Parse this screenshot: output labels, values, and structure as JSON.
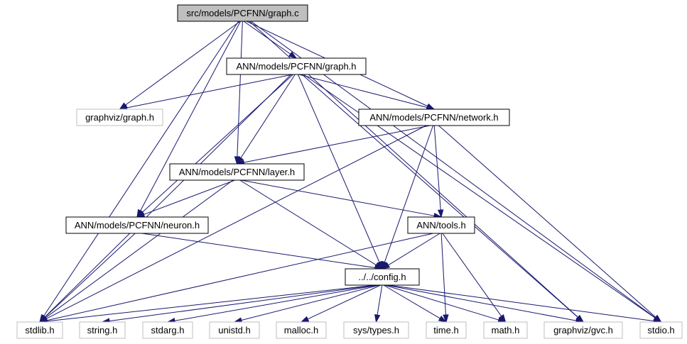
{
  "diagram": {
    "nodes": [
      {
        "id": "graph_c",
        "label": "src/models/PCFNN/graph.c",
        "style": "root"
      },
      {
        "id": "graph_h",
        "label": "ANN/models/PCFNN/graph.h",
        "style": "file"
      },
      {
        "id": "gv_graph",
        "label": "graphviz/graph.h",
        "style": "missing"
      },
      {
        "id": "network_h",
        "label": "ANN/models/PCFNN/network.h",
        "style": "file"
      },
      {
        "id": "layer_h",
        "label": "ANN/models/PCFNN/layer.h",
        "style": "file"
      },
      {
        "id": "neuron_h",
        "label": "ANN/models/PCFNN/neuron.h",
        "style": "file"
      },
      {
        "id": "tools_h",
        "label": "ANN/tools.h",
        "style": "file"
      },
      {
        "id": "config_h",
        "label": "../../config.h",
        "style": "file"
      },
      {
        "id": "stdlib_h",
        "label": "stdlib.h",
        "style": "missing"
      },
      {
        "id": "string_h",
        "label": "string.h",
        "style": "missing"
      },
      {
        "id": "stdarg_h",
        "label": "stdarg.h",
        "style": "missing"
      },
      {
        "id": "unistd_h",
        "label": "unistd.h",
        "style": "missing"
      },
      {
        "id": "malloc_h",
        "label": "malloc.h",
        "style": "missing"
      },
      {
        "id": "systypes_h",
        "label": "sys/types.h",
        "style": "missing"
      },
      {
        "id": "time_h",
        "label": "time.h",
        "style": "missing"
      },
      {
        "id": "math_h",
        "label": "math.h",
        "style": "missing"
      },
      {
        "id": "gvc_h",
        "label": "graphviz/gvc.h",
        "style": "missing"
      },
      {
        "id": "stdio_h",
        "label": "stdio.h",
        "style": "missing"
      }
    ],
    "edges": [
      [
        "graph_c",
        "graph_h"
      ],
      [
        "graph_c",
        "gv_graph"
      ],
      [
        "graph_c",
        "network_h"
      ],
      [
        "graph_c",
        "layer_h"
      ],
      [
        "graph_c",
        "neuron_h"
      ],
      [
        "graph_c",
        "stdlib_h"
      ],
      [
        "graph_c",
        "gvc_h"
      ],
      [
        "graph_c",
        "stdio_h"
      ],
      [
        "graph_h",
        "gv_graph"
      ],
      [
        "graph_h",
        "network_h"
      ],
      [
        "graph_h",
        "layer_h"
      ],
      [
        "graph_h",
        "neuron_h"
      ],
      [
        "graph_h",
        "config_h"
      ],
      [
        "graph_h",
        "stdlib_h"
      ],
      [
        "graph_h",
        "gvc_h"
      ],
      [
        "graph_h",
        "stdio_h"
      ],
      [
        "network_h",
        "layer_h"
      ],
      [
        "network_h",
        "tools_h"
      ],
      [
        "network_h",
        "config_h"
      ],
      [
        "network_h",
        "stdlib_h"
      ],
      [
        "network_h",
        "stdio_h"
      ],
      [
        "layer_h",
        "neuron_h"
      ],
      [
        "layer_h",
        "tools_h"
      ],
      [
        "layer_h",
        "config_h"
      ],
      [
        "layer_h",
        "stdlib_h"
      ],
      [
        "neuron_h",
        "config_h"
      ],
      [
        "neuron_h",
        "stdlib_h"
      ],
      [
        "tools_h",
        "config_h"
      ],
      [
        "tools_h",
        "stdlib_h"
      ],
      [
        "tools_h",
        "time_h"
      ],
      [
        "tools_h",
        "math_h"
      ],
      [
        "config_h",
        "stdlib_h"
      ],
      [
        "config_h",
        "string_h"
      ],
      [
        "config_h",
        "stdarg_h"
      ],
      [
        "config_h",
        "unistd_h"
      ],
      [
        "config_h",
        "malloc_h"
      ],
      [
        "config_h",
        "systypes_h"
      ],
      [
        "config_h",
        "time_h"
      ],
      [
        "config_h",
        "math_h"
      ],
      [
        "config_h",
        "gvc_h"
      ],
      [
        "config_h",
        "stdio_h"
      ]
    ],
    "colors": {
      "edge": "#191970",
      "root_fill": "#bfbfbf",
      "missing_border": "#bfbfbf",
      "file_border": "#000000"
    }
  }
}
